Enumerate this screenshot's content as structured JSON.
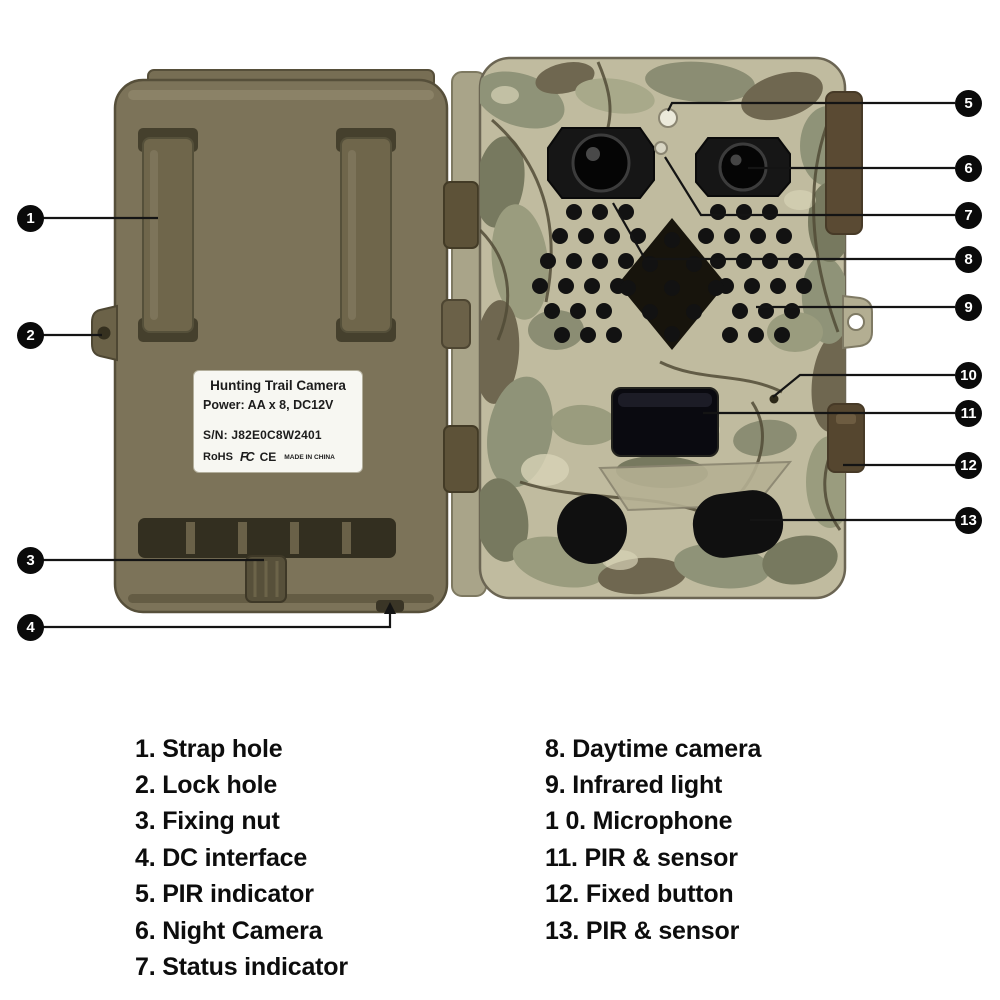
{
  "device": {
    "back_label": {
      "title": "Hunting Trail Camera",
      "power": "Power: AA x 8, DC12V",
      "serial": "S/N: J82E0C8W2401",
      "rohs": "RoHS",
      "fcc": "FC",
      "ce": "CE",
      "made_in": "MADE IN CHINA"
    }
  },
  "callout_numbers": [
    "1",
    "2",
    "3",
    "4",
    "5",
    "6",
    "7",
    "8",
    "9",
    "10",
    "11",
    "12",
    "13"
  ],
  "legend": {
    "left": [
      "1. Strap hole",
      "2. Lock hole",
      "3. Fixing nut",
      "4. DC interface",
      "5. PIR indicator",
      "6. Night Camera",
      "7. Status indicator"
    ],
    "right": [
      "8. Daytime camera",
      "9. Infrared light",
      "1 0. Microphone",
      "11. PIR & sensor",
      "12. Fixed button",
      "13. PIR & sensor"
    ]
  },
  "colors": {
    "back_body": "#7c7359",
    "camo_base": "#c0bb9f",
    "callout_bg": "#0a0a0a",
    "leader_line": "#141414"
  }
}
